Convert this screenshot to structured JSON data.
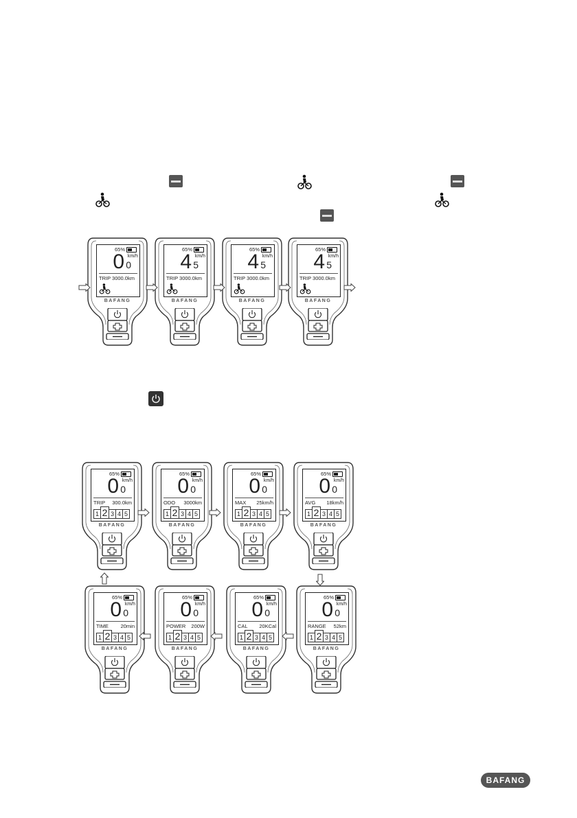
{
  "brand_logo": "BAFANG",
  "row1": [
    {
      "battery": "65%",
      "speed_int": "0",
      "speed_dec": "0",
      "unit": "km/h",
      "info_label": "TRIP 3000.0km",
      "info_value": "",
      "walk": true
    },
    {
      "battery": "65%",
      "speed_int": "4",
      "speed_dec": "5",
      "unit": "km/h",
      "info_label": "TRIP 3000.0km",
      "info_value": "",
      "walk": true
    },
    {
      "battery": "65%",
      "speed_int": "4",
      "speed_dec": "5",
      "unit": "km/h",
      "info_label": "TRIP 3000.0km",
      "info_value": "",
      "walk": true
    },
    {
      "battery": "65%",
      "speed_int": "4",
      "speed_dec": "5",
      "unit": "km/h",
      "info_label": "TRIP 3000.0km",
      "info_value": "",
      "walk": true
    }
  ],
  "grid": [
    {
      "battery": "65%",
      "speed_int": "0",
      "speed_dec": "0",
      "unit": "km/h",
      "info_label": "TRIP",
      "info_value": "300.0km",
      "levels": [
        "1",
        "2",
        "3",
        "4",
        "5"
      ],
      "selected": "2"
    },
    {
      "battery": "65%",
      "speed_int": "0",
      "speed_dec": "0",
      "unit": "km/h",
      "info_label": "ODO",
      "info_value": "3000km",
      "levels": [
        "1",
        "2",
        "3",
        "4",
        "5"
      ],
      "selected": "2"
    },
    {
      "battery": "65%",
      "speed_int": "0",
      "speed_dec": "0",
      "unit": "km/h",
      "info_label": "MAX",
      "info_value": "25km/h",
      "levels": [
        "1",
        "2",
        "3",
        "4",
        "5"
      ],
      "selected": "2"
    },
    {
      "battery": "65%",
      "speed_int": "0",
      "speed_dec": "0",
      "unit": "km/h",
      "info_label": "AVG",
      "info_value": "18km/h",
      "levels": [
        "1",
        "2",
        "3",
        "4",
        "5"
      ],
      "selected": "2"
    },
    {
      "battery": "65%",
      "speed_int": "0",
      "speed_dec": "0",
      "unit": "km/h",
      "info_label": "TIME",
      "info_value": "20min",
      "levels": [
        "1",
        "2",
        "3",
        "4",
        "5"
      ],
      "selected": "2"
    },
    {
      "battery": "65%",
      "speed_int": "0",
      "speed_dec": "0",
      "unit": "km/h",
      "info_label": "POWER",
      "info_value": "200W",
      "levels": [
        "1",
        "2",
        "3",
        "4",
        "5"
      ],
      "selected": "2"
    },
    {
      "battery": "65%",
      "speed_int": "0",
      "speed_dec": "0",
      "unit": "km/h",
      "info_label": "CAL",
      "info_value": "20KCal",
      "levels": [
        "1",
        "2",
        "3",
        "4",
        "5"
      ],
      "selected": "2"
    },
    {
      "battery": "65%",
      "speed_int": "0",
      "speed_dec": "0",
      "unit": "km/h",
      "info_label": "RANGE",
      "info_value": "52km",
      "levels": [
        "1",
        "2",
        "3",
        "4",
        "5"
      ],
      "selected": "2"
    }
  ]
}
